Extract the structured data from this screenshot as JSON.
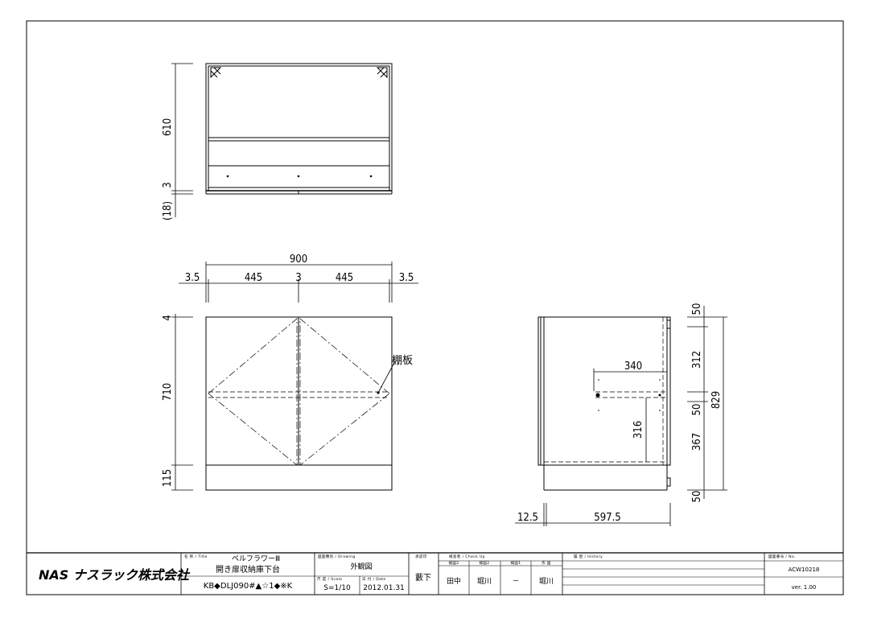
{
  "drawing": {
    "top_view_dims": {
      "d610": "610",
      "d3": "3",
      "d18": "(18)"
    },
    "width_dims": {
      "total": "900",
      "left_gap": "3.5",
      "left_door": "445",
      "mid_gap": "3",
      "right_door": "445",
      "right_gap": "3.5"
    },
    "front_dims": {
      "d4": "4",
      "d710": "710",
      "d115": "115"
    },
    "shelf_label": "棚板",
    "side_dims": {
      "d50_top": "50",
      "d312": "312",
      "d50_mid": "50",
      "d367": "367",
      "d50_bot": "50",
      "d829": "829",
      "d340": "340",
      "d316": "316",
      "d12_5": "12.5",
      "d597_5": "597.5"
    }
  },
  "title_block": {
    "company_logo": "NAS ナスラック株式会社",
    "title_caption": "名 称 / Title",
    "series": "ベルフラワーⅢ",
    "product_name": "開き扉収納庫下台",
    "product_code": "KB◆DLJ090#▲☆1◆※K",
    "drawing_caption": "図面種別 / Drawing",
    "drawing_type": "外観図",
    "scale_caption": "尺 度 / Scale",
    "scale": "S=1/10",
    "date_caption": "日 付 / Date",
    "date": "2012.01.31",
    "approval_caption": "承認印",
    "approver": "藪下",
    "checkup_caption": "検査者 / Check Up",
    "checkers": [
      {
        "caption": "検図2",
        "name": "田中"
      },
      {
        "caption": "検図2",
        "name": "堀川"
      },
      {
        "caption": "検図1",
        "name": "－"
      },
      {
        "caption": "作 図",
        "name": "堀川"
      }
    ],
    "history_caption": "履 歴 / History",
    "number_caption": "図面番号 / No.",
    "drawing_number": "ACW10218",
    "version": "ver. 1.00"
  }
}
